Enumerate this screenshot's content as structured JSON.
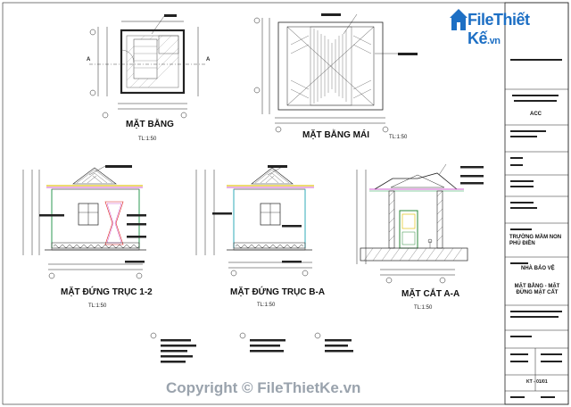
{
  "watermark": {
    "logo_file": "File",
    "logo_rest": "Thiết Kế",
    "logo_tld": ".vn",
    "copyright": "Copyright © FileThietKe.vn"
  },
  "views": {
    "plan": {
      "title": "MẶT BẰNG",
      "scale": "TL:1:50"
    },
    "roof_plan": {
      "title": "MẶT BẰNG MÁI",
      "scale": "TL:1:50"
    },
    "elev_12": {
      "title": "MẶT ĐỨNG TRỤC 1-2",
      "scale": "TL:1:50"
    },
    "elev_ba": {
      "title": "MẶT ĐỨNG TRỤC B-A",
      "scale": "TL:1:50"
    },
    "section": {
      "title": "MẶT CẮT A-A",
      "scale": "TL:1:50"
    }
  },
  "section_marks": [
    "A",
    "A"
  ],
  "title_block": {
    "consultant": "ACC",
    "school": "TRƯỜNG MẦM NON PHÚ ĐIỀN",
    "item": "NHÀ BẢO VỆ",
    "drawing": "MẶT BẰNG - MẶT ĐỨNG MẶT CẮT",
    "sheet_no": "KT - 01/01"
  },
  "colors": {
    "logo_blue": "#1d6fc4",
    "watermark_gray": "#9aa3ad",
    "dim_green": "#1aa34a",
    "axis_red": "#d22",
    "roof_magenta": "#c02ac0",
    "plaster_yellow": "#e2c51a",
    "door_green": "#2a8a3a",
    "column_cyan": "#20b8c8"
  }
}
